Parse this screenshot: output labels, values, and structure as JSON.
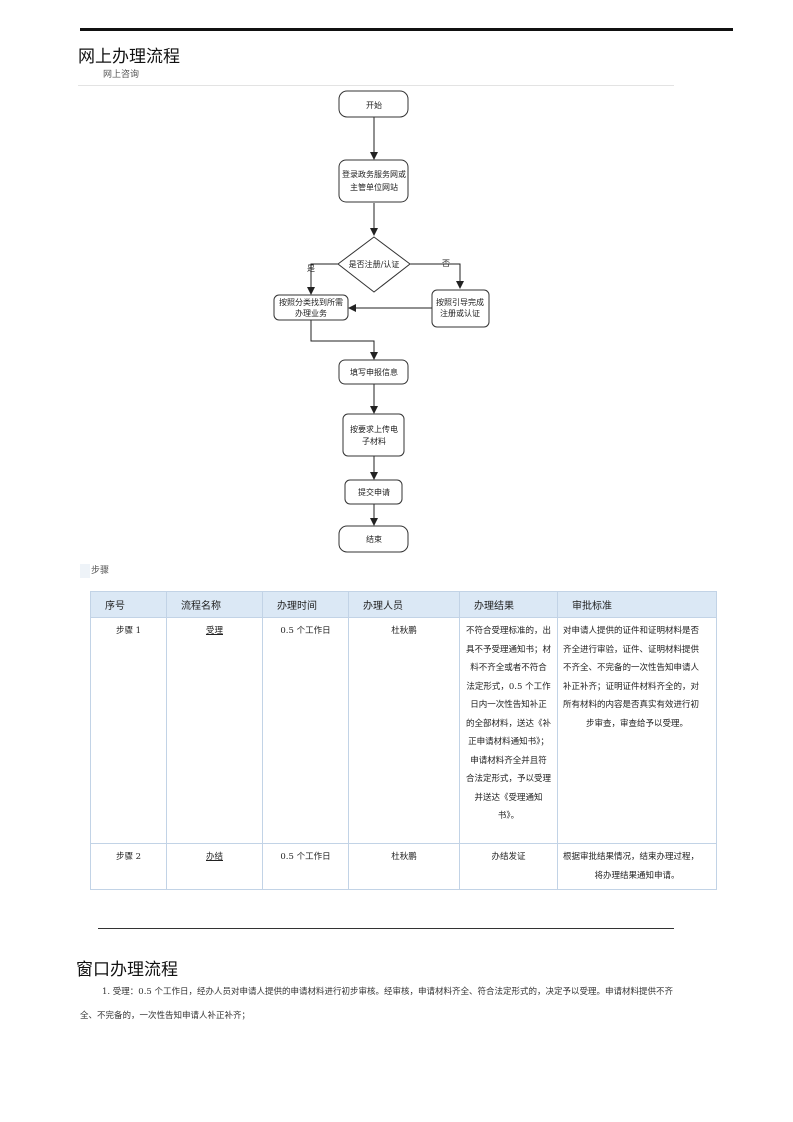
{
  "section1": {
    "title": "网上办理流程",
    "subtitle": "网上咨询"
  },
  "flowchart": {
    "start": "开始",
    "login_line1": "登录政务服务网或",
    "login_line2": "主管单位网站",
    "decision": "是否注册/认证",
    "yes_label": "是",
    "no_label": "否",
    "find_line1": "按照分类找到所需",
    "find_line2": "办理业务",
    "guide_line1": "按照引导完成",
    "guide_line2": "注册或认证",
    "fill": "填写申报信息",
    "upload_line1": "按要求上传电",
    "upload_line2": "子材料",
    "submit": "提交申请",
    "end": "结束"
  },
  "steps_label": "步骤",
  "table": {
    "headers": [
      "序号",
      "流程名称",
      "办理时间",
      "办理人员",
      "办理结果",
      "审批标准"
    ],
    "rows": [
      {
        "seq": "步骤 1",
        "name": "受理",
        "time": "0.5 个工作日",
        "person": "杜秋鹏",
        "result_lines": [
          "不符合受理标准的，出",
          "具不予受理通知书；材",
          "料不齐全或者不符合",
          "法定形式，0.5 个工作",
          "日内一次性告知补正",
          "的全部材料，送达《补",
          "正申请材料通知书》；",
          "申请材料齐全并且符",
          "合法定形式，予以受理",
          "并送达《受理通知",
          "书》。"
        ],
        "standard_lines": [
          "对申请人提供的证件和证明材料是否",
          "齐全进行审验，证件、证明材料提供",
          "不齐全、不完备的一次性告知申请人",
          "补正补齐；证明证件材料齐全的，对",
          "所有材料的内容是否真实有效进行初",
          "步审查，审查给予以受理。"
        ]
      },
      {
        "seq": "步骤 2",
        "name": "办结",
        "time": "0.5 个工作日",
        "person": "杜秋鹏",
        "result_lines": [
          "办结发证"
        ],
        "standard_lines": [
          "根据审批结果情况，结束办理过程，",
          "将办理结果通知申请。"
        ]
      }
    ]
  },
  "section2": {
    "title": "窗口办理流程",
    "paragraph": "1. 受理：0.5 个工作日，经办人员对申请人提供的申请材料进行初步审核。经审核，申请材料齐全、符合法定形式的，决定予以受理。申请材料提供不齐全、不完备的，一次性告知申请人补正补齐；"
  }
}
